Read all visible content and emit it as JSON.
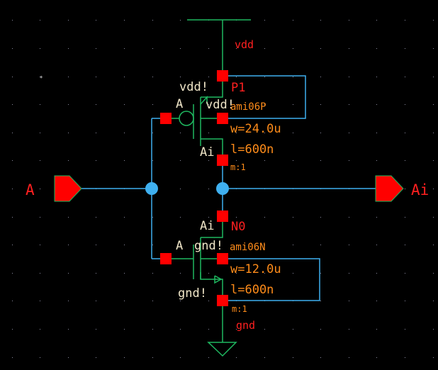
{
  "colors": {
    "background": "#000000",
    "grid_dot": "#8a8aa0",
    "wire": "#3fb0f0",
    "device": "#1fb860",
    "pin": "#ff0000",
    "net_label": "#f0e6c8",
    "instance_label": "#ff2020",
    "param_label": "#ff8c1a",
    "junction": "#3fb0f0"
  },
  "pins": {
    "input": {
      "name": "A"
    },
    "output": {
      "name": "Ai"
    }
  },
  "supplies": {
    "vdd": {
      "label": "vdd"
    },
    "gnd": {
      "label": "gnd"
    }
  },
  "pmos": {
    "instance": "P1",
    "model": "ami06P",
    "width": "w=24.0u",
    "length": "l=600n",
    "multiplier": "m:1",
    "gate_net": "A",
    "drain_net": "Ai",
    "source_net": "vdd!",
    "bulk_net": "vdd!"
  },
  "nmos": {
    "instance": "N0",
    "model": "ami06N",
    "width": "w=12.0u",
    "length": "l=600n",
    "multiplier": "m:1",
    "gate_net": "A",
    "drain_net": "Ai",
    "source_net": "gnd!",
    "bulk_net": "gnd!"
  }
}
